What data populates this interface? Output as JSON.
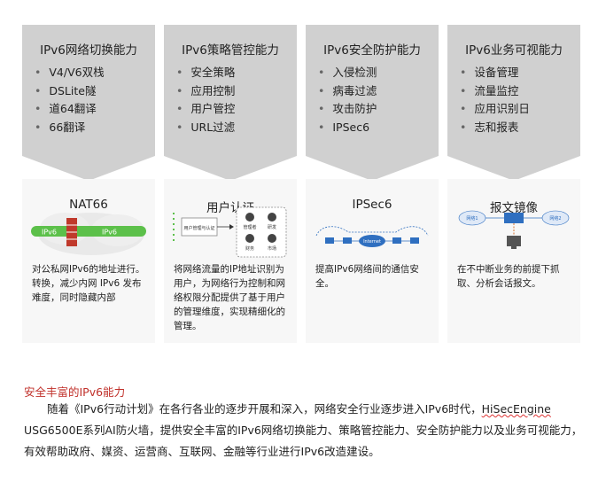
{
  "cards": [
    {
      "title": "IPv6网络切换能力",
      "items": [
        "V4/V6双栈",
        "DSLite隧",
        "道64翻译",
        "66翻译"
      ],
      "sub": "NAT66",
      "desc": "对公私网IPv6的地址进行。转换，减少内网 IPv6 发布难度，同时隐藏内部",
      "illus": {
        "left_label": "IPv6",
        "right_label": "IPv6"
      }
    },
    {
      "title": "IPv6策略管控能力",
      "items": [
        "安全策略",
        "应用控制",
        "用户管控",
        "URL过滤"
      ],
      "sub": "用户认证",
      "desc": "将网络流量的IP地址识别为用户，为网络行为控制和网络权限分配提供了基于用户的管理维度，实现精细化的管理。",
      "illus": {
        "box_label": "用户管理与认证",
        "roles": [
          "管理者",
          "研发",
          "财务",
          "市场"
        ]
      }
    },
    {
      "title": "IPv6安全防护能力",
      "items": [
        "入侵检测",
        "病毒过滤",
        "攻击防护",
        "IPSec6"
      ],
      "sub": "IPSec6",
      "desc": "提高IPv6网络间的通信安全。",
      "illus": {
        "center_label": "Internet"
      }
    },
    {
      "title": "IPv6业务可视能力",
      "items": [
        "设备管理",
        "流量监控",
        "应用识别日",
        "志和报表"
      ],
      "sub": "报文镜像",
      "desc": "在不中断业务的前提下抓取、分析会话报文。",
      "illus": {
        "left_label": "网络1",
        "right_label": "网络2"
      }
    }
  ],
  "section_title": "安全丰富的IPv6能力",
  "paragraph": {
    "p1": "随着《IPv6行动计划》在各行各业的逐步开展和深入，网络安全行业逐步进入IPv6时代，",
    "product": "HiSecEngine",
    "p2": " USG6500E系列AI防火墙，提供安全丰富的IPv6网络切换能力、策略管控能力、安全防护能力以及业务可视能力，有效帮助政府、媒资、运营商、互联网、金融等行业进行IPv6改造建设。"
  },
  "colors": {
    "card_top": "#d0d0d0",
    "card_bottom": "#f7f7f7",
    "accent_red": "#c0302a",
    "green": "#5cc04a",
    "blue": "#2f6fc0"
  }
}
